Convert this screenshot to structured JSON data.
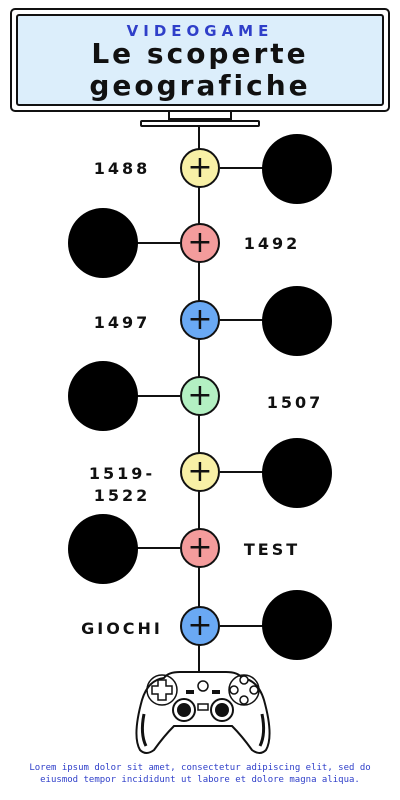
{
  "header": {
    "subtitle": "VIDEOGAME",
    "title_line1": "Le scoperte",
    "title_line2": "geografiche"
  },
  "colors": {
    "yellow": "#f8f0a6",
    "red": "#f49c9c",
    "blue": "#6aa9f4",
    "green": "#b3f0c2",
    "accent": "#2f3fc9"
  },
  "timeline": [
    {
      "label": "1488",
      "symbol": "+",
      "color": "yellow"
    },
    {
      "label": "1492",
      "symbol": "+",
      "color": "red"
    },
    {
      "label": "1497",
      "symbol": "+",
      "color": "blue"
    },
    {
      "label": "1507",
      "symbol": "+",
      "color": "green"
    },
    {
      "label": "1519-\n1522",
      "symbol": "+",
      "color": "yellow"
    },
    {
      "label": "TEST",
      "symbol": "+",
      "color": "red"
    },
    {
      "label": "GIOCHI",
      "symbol": "+",
      "color": "blue"
    }
  ],
  "footer": {
    "text": "Lorem ipsum dolor sit amet, consectetur adipiscing elit, sed do eiusmod tempor incididunt ut labore et dolore magna aliqua."
  }
}
